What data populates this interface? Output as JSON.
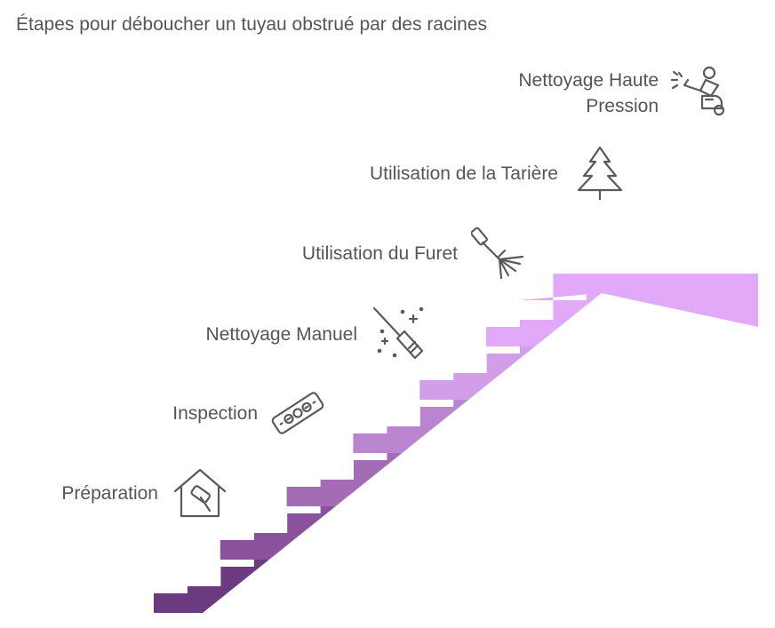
{
  "title": "Étapes pour déboucher un tuyau obstrué par des racines",
  "steps": [
    {
      "label": "Préparation",
      "icon": "house-hammer-icon",
      "color": "#6b3a7f"
    },
    {
      "label": "Inspection",
      "icon": "level-tool-icon",
      "color": "#89529a"
    },
    {
      "label": "Nettoyage Manuel",
      "icon": "broom-sparkle-icon",
      "color": "#a46cb5"
    },
    {
      "label": "Utilisation du Furet",
      "icon": "drain-snake-icon",
      "color": "#bb84cf"
    },
    {
      "label": "Utilisation de la Tarière",
      "icon": "tree-icon",
      "color": "#d39ee8"
    },
    {
      "label": "Nettoyage Haute Pression",
      "label_lines": [
        "Nettoyage Haute",
        "Pression"
      ],
      "icon": "pressure-washer-icon",
      "color": "#e2a9f8"
    }
  ]
}
